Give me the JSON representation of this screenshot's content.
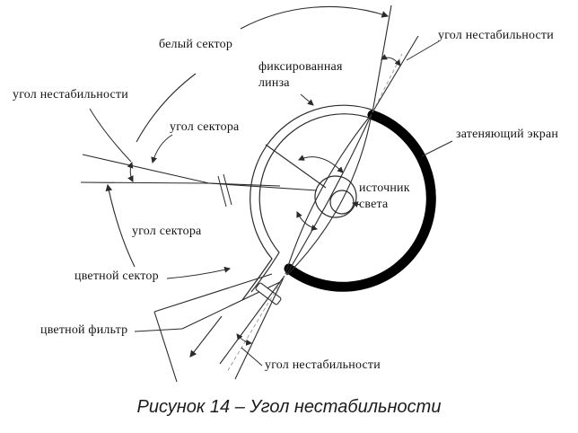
{
  "figure": {
    "caption": "Рисунок 14 – Угол нестабильности",
    "labels": {
      "white_sector": "белый сектор",
      "instability_left": "угол нестабильности",
      "sector_angle_top": "угол сектора",
      "fixed_lens": {
        "line1": "фиксированная",
        "line2": "линза"
      },
      "instability_top_right": "угол нестабильности",
      "shading_screen": "затеняющий экран",
      "light_source": {
        "line1": "источник",
        "line2": "света"
      },
      "sector_angle_bottom": "угол сектора",
      "colored_sector": "цветной сектор",
      "color_filter": "цветной фильтр",
      "instability_bottom": "угол нестабильности"
    },
    "colors": {
      "ink": "#2b2b2b",
      "screen": "#000000",
      "background": "#ffffff"
    }
  }
}
